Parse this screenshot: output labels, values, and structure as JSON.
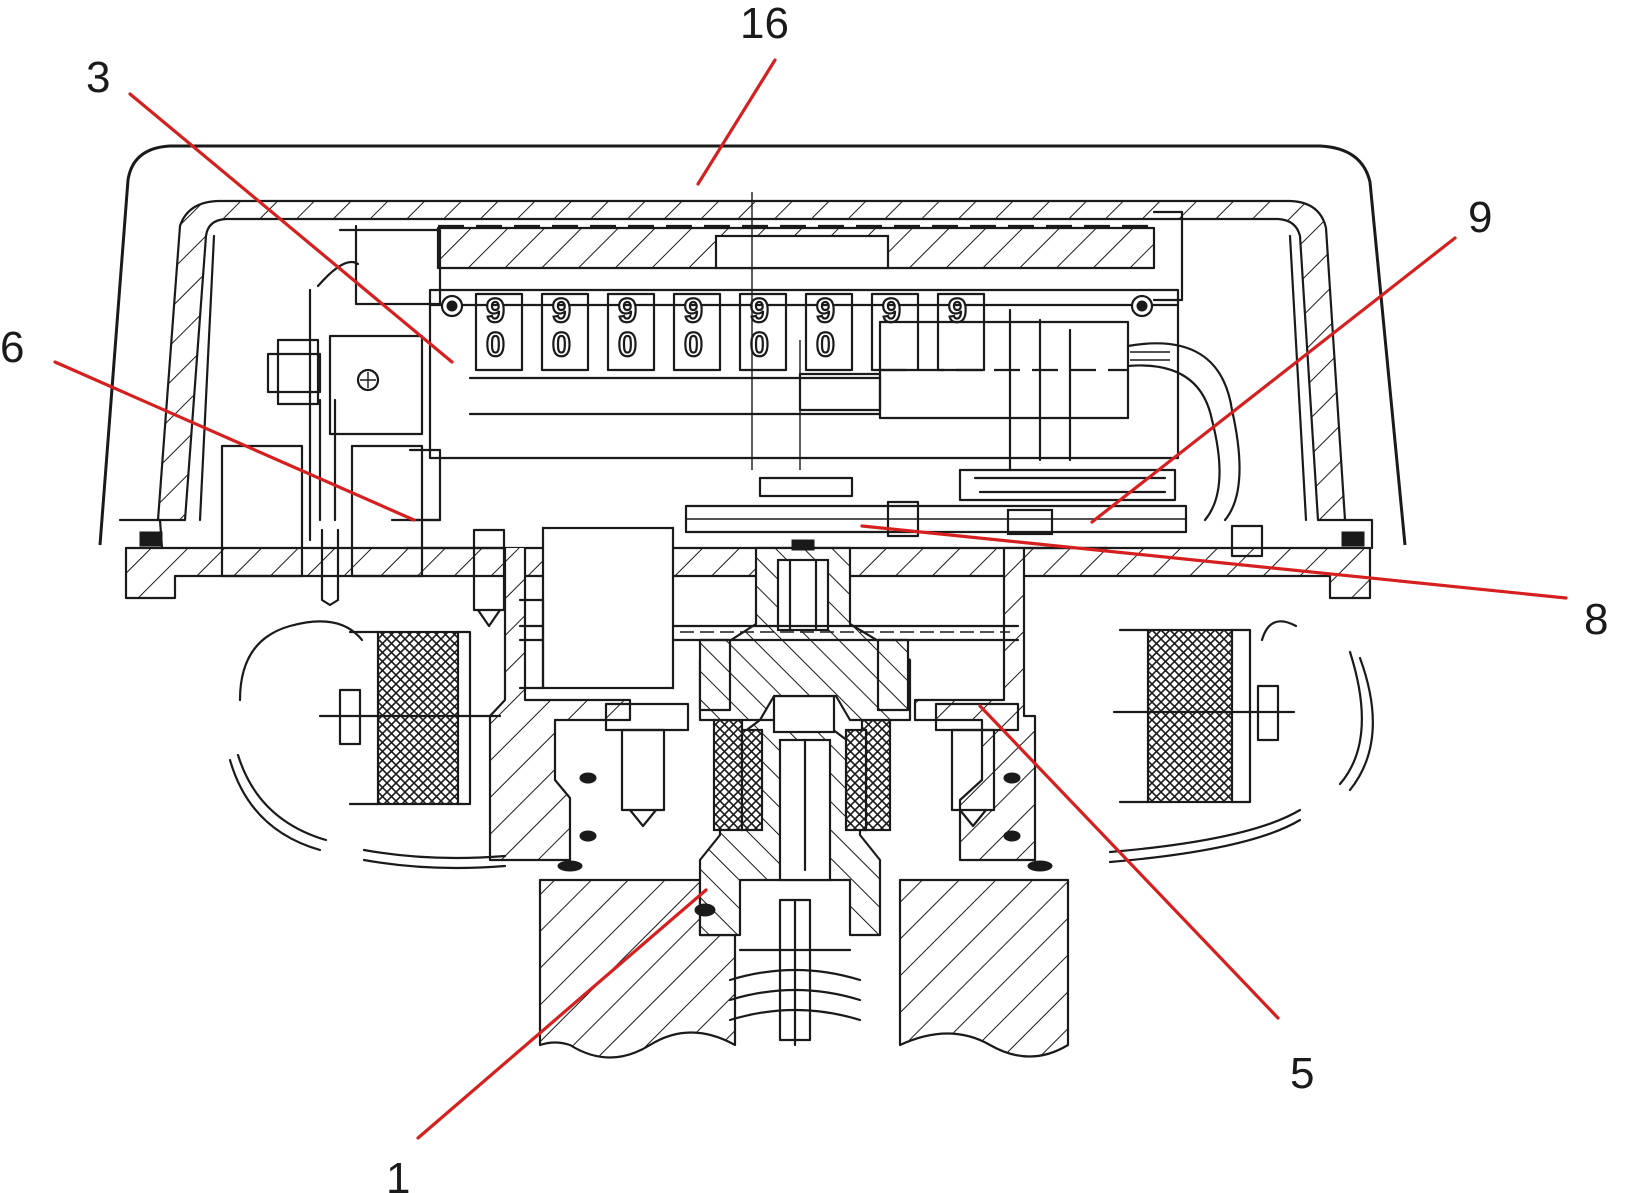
{
  "diagram": {
    "callouts": [
      {
        "id": "16",
        "label": "16"
      },
      {
        "id": "3",
        "label": "3"
      },
      {
        "id": "9",
        "label": "9"
      },
      {
        "id": "6",
        "label": "6"
      },
      {
        "id": "8",
        "label": "8"
      },
      {
        "id": "5",
        "label": "5"
      },
      {
        "id": "1",
        "label": "1"
      }
    ],
    "counter_digits": {
      "top": [
        "9",
        "9",
        "9",
        "9",
        "9",
        "9",
        "9",
        "9"
      ],
      "middle": [
        "0",
        "0",
        "0",
        "0",
        "0",
        "0"
      ]
    },
    "colors": {
      "line": "#1a1a1a",
      "leader": "#d62020",
      "background": "#ffffff"
    }
  }
}
